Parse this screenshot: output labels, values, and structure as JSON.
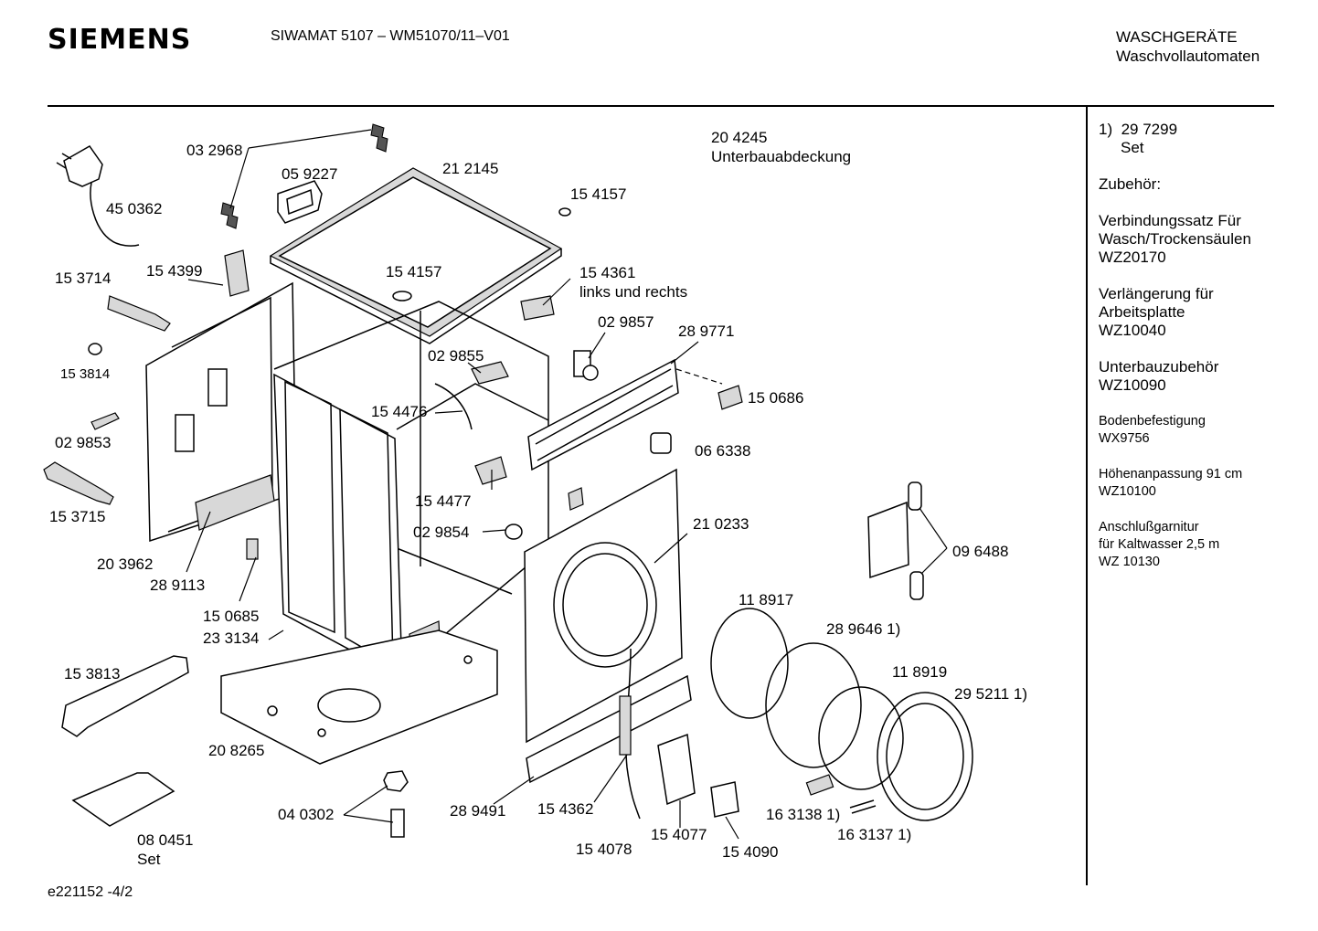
{
  "header": {
    "brand": "SIEMENS",
    "model": "SIWAMAT 5107 – WM51070/11–V01",
    "category": "WASCHGERÄTE",
    "subcategory": "Waschvollautomaten"
  },
  "footer": {
    "doc_id": "e221152 -4/2"
  },
  "sidebar": {
    "footnote_num": "1)",
    "footnote_part": "29 7299",
    "footnote_set": "Set",
    "zubehoer": "Zubehör:",
    "items": [
      {
        "text": "Verbindungssatz Für",
        "text2": "Wasch/Trockensäulen",
        "code": "WZ20170"
      },
      {
        "text": "Verlängerung für",
        "text2": "Arbeitsplatte",
        "code": "WZ10040"
      },
      {
        "text": "Unterbauzubehör",
        "text2": "",
        "code": "WZ10090"
      },
      {
        "text": "Bodenbefestigung",
        "text2": "",
        "code": "WX9756"
      },
      {
        "text": "Höhenanpassung 91 cm",
        "text2": "",
        "code": "WZ10100"
      },
      {
        "text": "Anschlußgarnitur",
        "text2": "für Kaltwasser 2,5 m",
        "code": "WZ 10130"
      }
    ]
  },
  "labels": {
    "p032968": "03 2968",
    "p059227": "05 9227",
    "p212145": "21 2145",
    "p204245": "20 4245",
    "unterbau": "Unterbauabdeckung",
    "p154157a": "15 4157",
    "p154157b": "15 4157",
    "p450362": "45 0362",
    "p153714": "15 3714",
    "p154399": "15 4399",
    "p154361": "15 4361",
    "linksrechts": "links und rechts",
    "p029857": "02 9857",
    "p289771": "28 9771",
    "p153814": "15 3814",
    "p029855": "02 9855",
    "p154476": "15 4476",
    "p150686": "15 0686",
    "p029853": "02 9853",
    "p066338": "06 6338",
    "p153715": "15 3715",
    "p154477": "15 4477",
    "p210233": "21 0233",
    "p029854": "02 9854",
    "p203962": "20 3962",
    "p289113": "28 9113",
    "p096488": "09 6488",
    "p150685": "15 0685",
    "p233134": "23 3134",
    "p118917": "11 8917",
    "p289646": "28 9646 1)",
    "p153813": "15 3813",
    "p118919": "11 8919",
    "p295211": "29 5211 1)",
    "p208265": "20 8265",
    "p289491": "28 9491",
    "p154362": "15 4362",
    "p040302": "04 0302",
    "p163138": "16 3138 1)",
    "p163137": "16 3137 1)",
    "p080451": "08 0451",
    "set": "Set",
    "p154077": "15 4077",
    "p154078": "15 4078",
    "p154090": "15 4090"
  }
}
